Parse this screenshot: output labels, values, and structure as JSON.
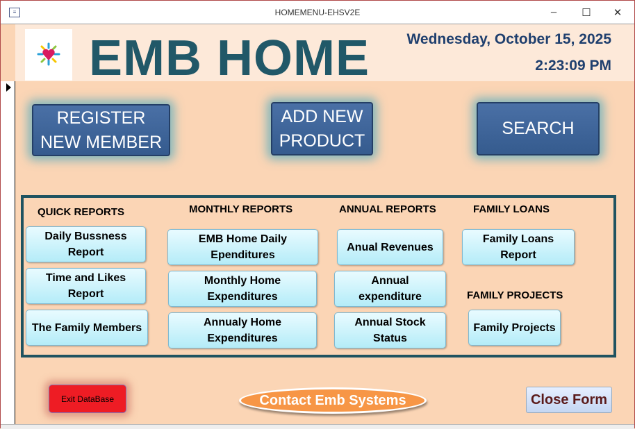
{
  "window": {
    "title": "HOMEMENU-EHSV2E",
    "minimize": "–",
    "maximize": "☐",
    "close": "✕"
  },
  "header": {
    "app_title": "EMB HOME",
    "date": "Wednesday, October 15, 2025",
    "time": "2:23:09 PM"
  },
  "main_buttons": {
    "register": "REGISTER NEW MEMBER",
    "add_product": "ADD NEW PRODUCT",
    "search": "SEARCH"
  },
  "reports": {
    "quick": {
      "heading": "QUICK REPORTS",
      "items": [
        "Daily Bussness Report",
        "Time and Likes Report",
        "The Family Members"
      ]
    },
    "monthly": {
      "heading": "MONTHLY REPORTS",
      "items": [
        "EMB Home Daily Ependitures",
        "Monthly Home Expenditures",
        "Annualy Home Expenditures"
      ]
    },
    "annual": {
      "heading": "ANNUAL REPORTS",
      "items": [
        "Anual Revenues",
        "Annual expenditure",
        "Annual Stock Status"
      ]
    },
    "loans": {
      "heading": "FAMILY LOANS",
      "items": [
        "Family Loans Report"
      ]
    },
    "projects": {
      "heading": "FAMILY PROJECTS",
      "items": [
        "Family Projects"
      ]
    }
  },
  "footer": {
    "exit": "Exit DataBase",
    "contact": "Contact Emb Systems",
    "close_form": "Close Form"
  }
}
